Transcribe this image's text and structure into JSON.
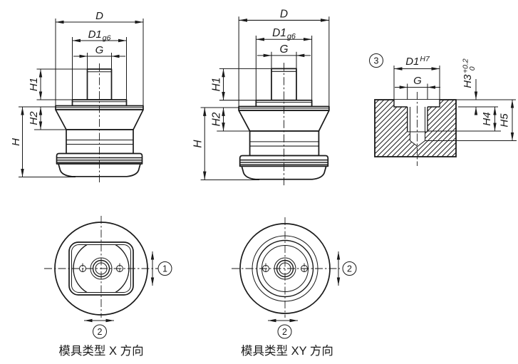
{
  "drawing": {
    "colors": {
      "line": "#1a1a1a",
      "background": "#ffffff"
    },
    "front_dims": {
      "d": "D",
      "d1": "D1",
      "d1_tol": "g6",
      "g": "G",
      "h1": "H1",
      "h2": "H2",
      "h": "H"
    },
    "section": {
      "callout": "3",
      "d1": "D1",
      "d1_tol": "H7",
      "g": "G",
      "h3": "H3",
      "h3_tol_upper": "+0.2",
      "h3_tol_lower": "0",
      "h4": "H4",
      "h5": "H5"
    },
    "top_view_x": {
      "callout_vertical": "1",
      "callout_horizontal": "2",
      "caption": "模具类型 X 方向"
    },
    "top_view_xy": {
      "callout_vertical": "2",
      "callout_horizontal": "2",
      "caption": "模具类型 XY 方向"
    }
  }
}
